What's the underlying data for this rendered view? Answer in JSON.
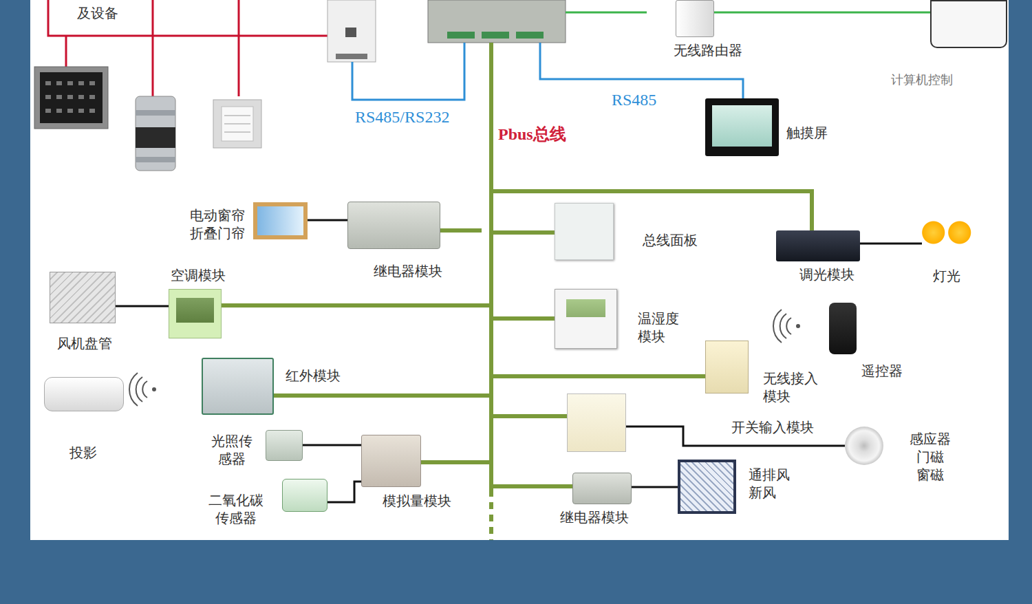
{
  "diagram": {
    "nodes": [
      {
        "text": [
          "无线路由器"
        ]
      },
      {
        "text": [
          "计算机控制"
        ]
      },
      {
        "text": [
          "触摸屏"
        ]
      },
      {
        "text": [
          "电动窗帘 折叠门帘"
        ]
      },
      {
        "text": [
          "继电器模块"
        ]
      },
      {
        "text": [
          "总线面板"
        ]
      },
      {
        "text": [
          "调光模块"
        ]
      },
      {
        "text": [
          "灯光"
        ]
      },
      {
        "text": [
          "空调模块"
        ]
      },
      {
        "text": [
          "风机盘管"
        ]
      },
      {
        "text": [
          "温湿度 模块"
        ]
      },
      {
        "text": [
          "红外模块"
        ]
      },
      {
        "text": [
          "无线接入 模块"
        ]
      },
      {
        "text": [
          "遥控器"
        ]
      },
      {
        "text": [
          "投影"
        ]
      },
      {
        "text": [
          "开关输入模块"
        ]
      },
      {
        "text": [
          "感应器 门磁 窗磁"
        ]
      },
      {
        "text": [
          "光照传 感器"
        ]
      },
      {
        "text": [
          "二氧化碳 传感器"
        ]
      },
      {
        "text": [
          "模拟量模块"
        ]
      },
      {
        "text": [
          "通排风 新风"
        ]
      },
      {
        "text": [
          "继电器模块"
        ]
      }
    ],
    "edges": [
      {
        "from": 0,
        "to": 1,
        "arrow": "none"
      },
      {
        "from": 3,
        "to": 4,
        "arrow": "none"
      },
      {
        "from": 8,
        "to": 9,
        "arrow": "none"
      },
      {
        "from": 6,
        "to": 7,
        "arrow": "none"
      },
      {
        "from": 15,
        "to": 16,
        "arrow": "none"
      },
      {
        "from": 17,
        "to": 19,
        "arrow": "none"
      },
      {
        "from": 18,
        "to": 19,
        "arrow": "none"
      },
      {
        "from": 21,
        "to": 20,
        "arrow": "none"
      }
    ],
    "labels": [
      "及设备",
      "RS485/RS232",
      "Pbus总线",
      "RS485"
    ]
  }
}
